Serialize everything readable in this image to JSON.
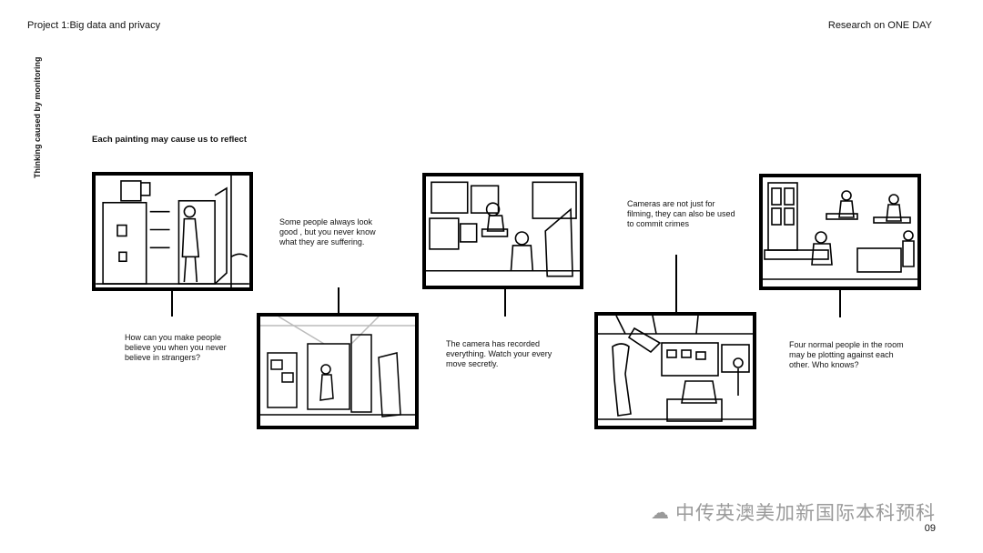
{
  "header": {
    "left_title": "Project 1:Big data and privacy",
    "right_title": "Research on ONE DAY"
  },
  "side_label": "Thinking caused by monitoring",
  "subheading": "Each painting may cause us to reflect",
  "captions": [
    "How can you make people believe you when you never believe in strangers?",
    "Some people always look good , but you never know what they are suffering.",
    "The camera has recorded everything. Watch your every move secretly.",
    "Cameras are not just for filming, they can also be used to commit crimes",
    "Four normal people in the room may be plotting against each other. Who knows?"
  ],
  "footer": {
    "watermark": "中传英澳美加新国际本科预科",
    "page_number": "09"
  }
}
